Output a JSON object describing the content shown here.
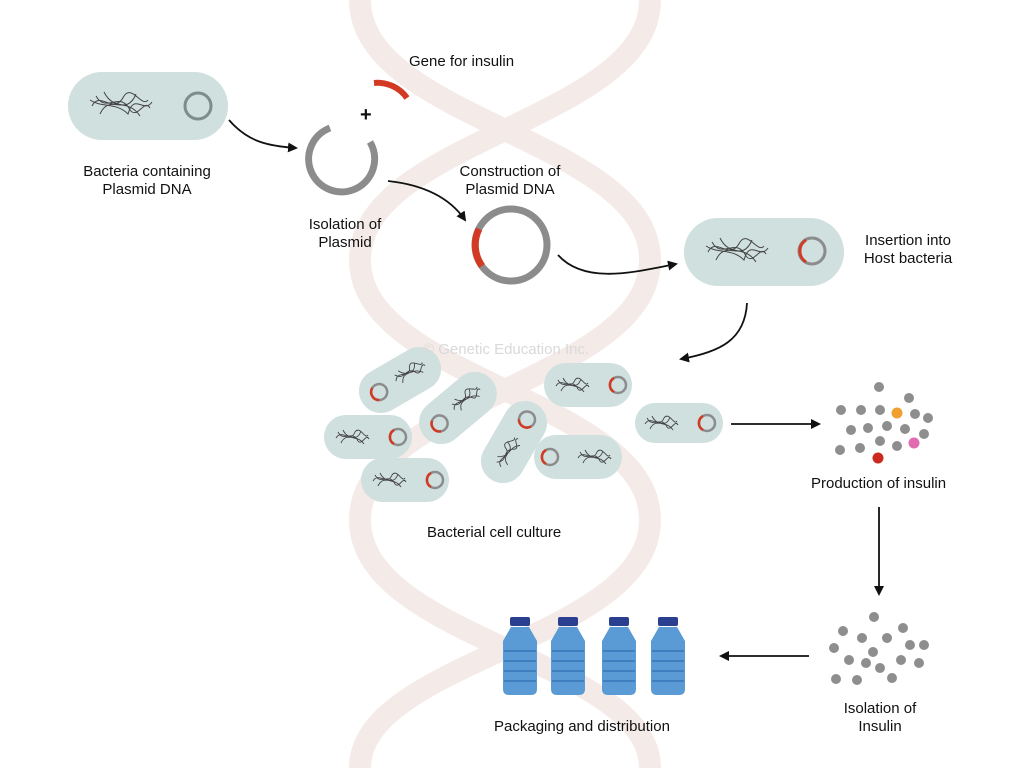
{
  "labels": {
    "gene_for_insulin": "Gene for insulin",
    "bacteria_plasmid": [
      "Bacteria containing",
      "Plasmid DNA"
    ],
    "isolation_plasmid": [
      "Isolation of",
      "Plasmid"
    ],
    "construction_plasmid": [
      "Construction of",
      "Plasmid DNA"
    ],
    "insertion_host": [
      "Insertion into",
      "Host bacteria"
    ],
    "bacterial_culture": "Bacterial cell culture",
    "production_insulin": "Production of insulin",
    "isolation_insulin": [
      "Isolation of",
      "Insulin"
    ],
    "packaging": "Packaging and distribution",
    "plus_sign": "+"
  },
  "watermark": "© Genetic Education Inc.",
  "colors": {
    "bacteria_fill": "#cfe0de",
    "plasmid_ring": "#8c8c8c",
    "gene_insert": "#d23a24",
    "chromosome": "#444444",
    "protein_gray": "#8e8e8e",
    "protein_orange": "#f0a030",
    "protein_pink": "#e06bb0",
    "protein_red": "#cc2a1e",
    "bottle_body": "#5b9bd5",
    "bottle_cap": "#2a3f8f",
    "arrow": "#111111",
    "dna_background": "#f3e9e6"
  },
  "icons": [
    "bacterium-icon",
    "plasmid-icon",
    "insulin-gene-icon",
    "recombinant-plasmid-icon",
    "insulin-molecule-icon",
    "bottle-icon",
    "dna-helix-watermark"
  ]
}
